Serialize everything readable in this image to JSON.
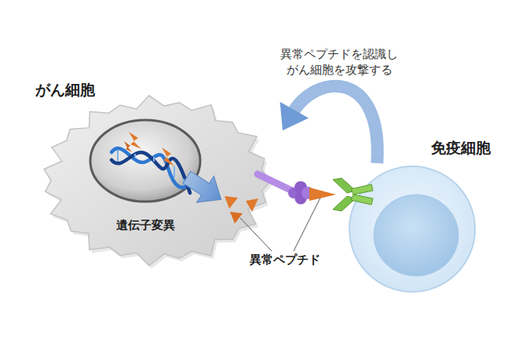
{
  "diagram": {
    "nodes": [
      {
        "text": [
          "がん細胞"
        ]
      },
      {
        "text": [
          "遺伝子変異"
        ],
        "in": 0
      },
      {
        "text": [
          "免疫細胞"
        ]
      }
    ],
    "edges": [
      {
        "from": 2,
        "to": 0,
        "arrow": "to",
        "label": "異常ペプチドを認識し がん細胞を攻撃する"
      }
    ],
    "labels": [
      "異常ペプチド"
    ]
  }
}
